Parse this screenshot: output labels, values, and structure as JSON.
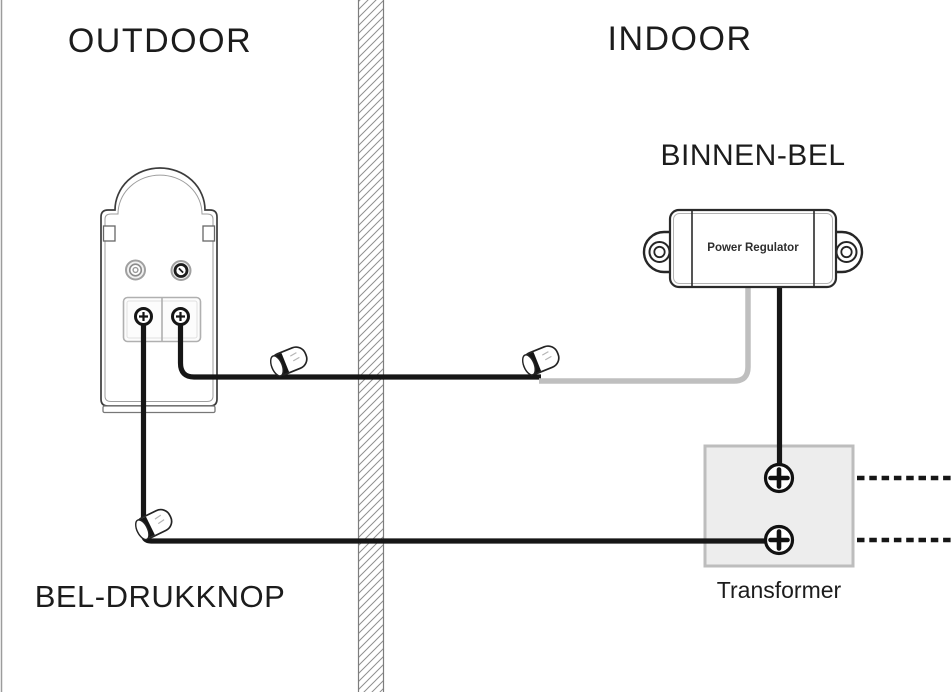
{
  "diagram": {
    "sections": {
      "outdoor_label": "OUTDOOR",
      "indoor_label": "INDOOR"
    },
    "components": {
      "indoor_bell_label": "BINNEN-BEL",
      "power_regulator_label": "Power Regulator",
      "doorbell_button_label": "BEL-DRUKKNOP",
      "transformer_label": "Transformer"
    },
    "colors": {
      "wire_black": "#161616",
      "wire_gray": "#bfbfbf",
      "transformer_fill": "#ededed",
      "transformer_border": "#bdbdbd",
      "wall_hatch": "#8f8f8f",
      "text": "#1c1c1c"
    }
  }
}
